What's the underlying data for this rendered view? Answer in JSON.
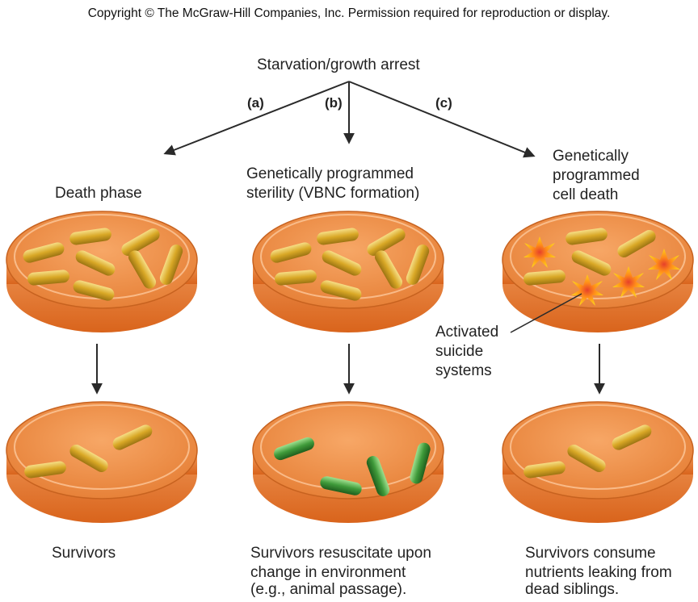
{
  "copyright": "Copyright © The McGraw-Hill Companies, Inc. Permission required for reproduction or display.",
  "top_label": "Starvation/growth arrest",
  "branches": [
    {
      "letter": "(a)",
      "title_lines": [
        "Death phase"
      ],
      "bottom_lines": [
        "Survivors"
      ],
      "bottom_cells": "gold"
    },
    {
      "letter": "(b)",
      "title_lines": [
        "Genetically programmed",
        "sterility (VBNC formation)"
      ],
      "bottom_lines": [
        "Survivors resuscitate upon",
        "change in environment",
        "(e.g., animal passage)."
      ],
      "bottom_cells": "green"
    },
    {
      "letter": "(c)",
      "title_lines": [
        "Genetically",
        "programmed",
        "cell death"
      ],
      "bottom_lines": [
        "Survivors consume",
        "nutrients leaking from",
        "dead siblings."
      ],
      "bottom_cells": "gold"
    }
  ],
  "callout_lines": [
    "Activated",
    "suicide",
    "systems"
  ],
  "colors": {
    "dish_orange": "#e8823a",
    "cell_gold": "#d9a826",
    "cell_green": "#3f9a3a",
    "burst_yellow": "#ffd21a",
    "burst_red": "#e6402a",
    "arrow": "#2a2a2a"
  }
}
